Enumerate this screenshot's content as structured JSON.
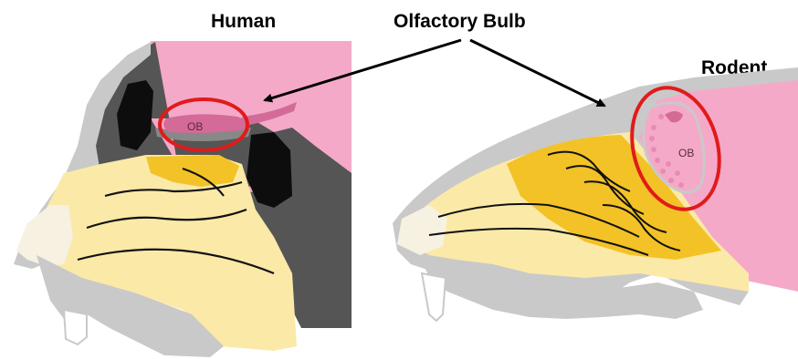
{
  "labels": {
    "human": "Human",
    "olfactory_bulb": "Olfactory Bulb",
    "rodent": "Rodent",
    "ob_human": "OB",
    "ob_rodent": "OB"
  },
  "colors": {
    "brain": "#f5a9c8",
    "bulb": "#d46a98",
    "bone": "#c9c9c9",
    "bone_dark": "#555555",
    "turbinate": "#fbe9a8",
    "olfactory_epithelium": "#f2c227",
    "nose_tip": "#f6f1e0",
    "highlight_circle": "#e01b1b",
    "arrow": "#000000"
  }
}
